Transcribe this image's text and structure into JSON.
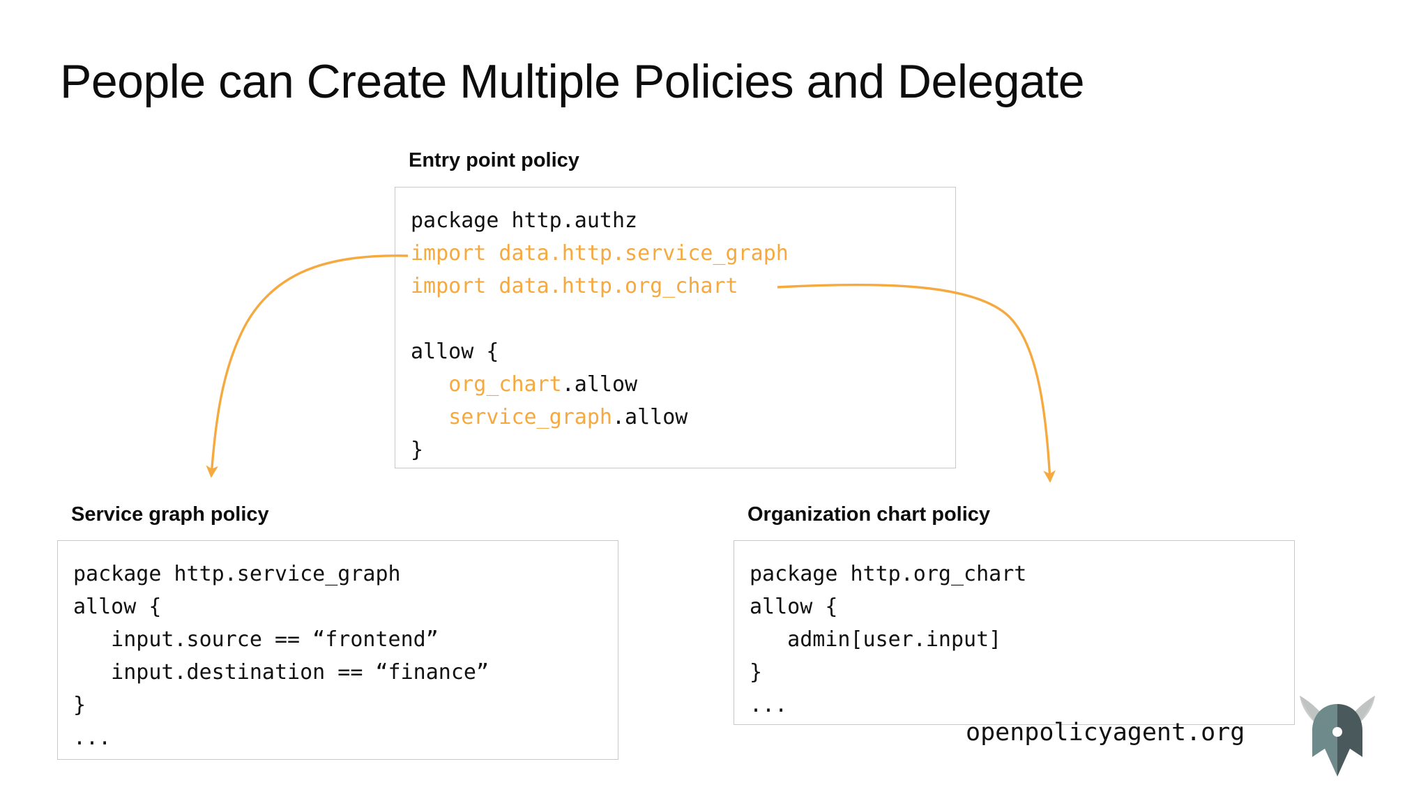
{
  "slide": {
    "title": "People can Create Multiple Policies and Delegate",
    "accent_color": "#f5a93f",
    "box_border_color": "#c8c8c8",
    "text_color": "#111111"
  },
  "entry_policy": {
    "caption": "Entry point policy",
    "lines": [
      {
        "segments": [
          {
            "text": "package http.authz",
            "color": "black"
          }
        ]
      },
      {
        "segments": [
          {
            "text": "import data.http.service_graph",
            "color": "orange"
          }
        ]
      },
      {
        "segments": [
          {
            "text": "import data.http.org_chart",
            "color": "orange"
          }
        ]
      },
      {
        "segments": [
          {
            "text": "",
            "color": "black"
          }
        ]
      },
      {
        "segments": [
          {
            "text": "allow {",
            "color": "black"
          }
        ]
      },
      {
        "segments": [
          {
            "text": "   ",
            "color": "black"
          },
          {
            "text": "org_chart",
            "color": "orange"
          },
          {
            "text": ".allow",
            "color": "black"
          }
        ]
      },
      {
        "segments": [
          {
            "text": "   ",
            "color": "black"
          },
          {
            "text": "service_graph",
            "color": "orange"
          },
          {
            "text": ".allow",
            "color": "black"
          }
        ]
      },
      {
        "segments": [
          {
            "text": "}",
            "color": "black"
          }
        ]
      }
    ]
  },
  "service_graph_policy": {
    "caption": "Service graph policy",
    "lines": [
      {
        "segments": [
          {
            "text": "package http.service_graph",
            "color": "black"
          }
        ]
      },
      {
        "segments": [
          {
            "text": "allow {",
            "color": "black"
          }
        ]
      },
      {
        "segments": [
          {
            "text": "   input.source == “frontend”",
            "color": "black"
          }
        ]
      },
      {
        "segments": [
          {
            "text": "   input.destination == “finance”",
            "color": "black"
          }
        ]
      },
      {
        "segments": [
          {
            "text": "}",
            "color": "black"
          }
        ]
      },
      {
        "segments": [
          {
            "text": "...",
            "color": "black"
          }
        ]
      }
    ]
  },
  "org_chart_policy": {
    "caption": "Organization chart policy",
    "lines": [
      {
        "segments": [
          {
            "text": "package http.org_chart",
            "color": "black"
          }
        ]
      },
      {
        "segments": [
          {
            "text": "allow {",
            "color": "black"
          }
        ]
      },
      {
        "segments": [
          {
            "text": "   admin[user.input]",
            "color": "black"
          }
        ]
      },
      {
        "segments": [
          {
            "text": "}",
            "color": "black"
          }
        ]
      },
      {
        "segments": [
          {
            "text": "...",
            "color": "black"
          }
        ]
      }
    ]
  },
  "connectors": [
    {
      "name": "import-service-graph-to-service-graph-policy",
      "from": "entry import data.http.service_graph",
      "to": "Service graph policy"
    },
    {
      "name": "import-org-chart-to-org-chart-policy",
      "from": "entry import data.http.org_chart",
      "to": "Organization chart policy"
    }
  ],
  "footer": {
    "url": "openpolicyagent.org",
    "logo_name": "opa-viking-helmet-logo",
    "logo_colors": {
      "horn_light": "#c9ccca",
      "horn_dark": "#b9bdbb",
      "helmet_light": "#6f8a8a",
      "helmet_dark": "#49595c",
      "dot": "#ffffff"
    }
  }
}
